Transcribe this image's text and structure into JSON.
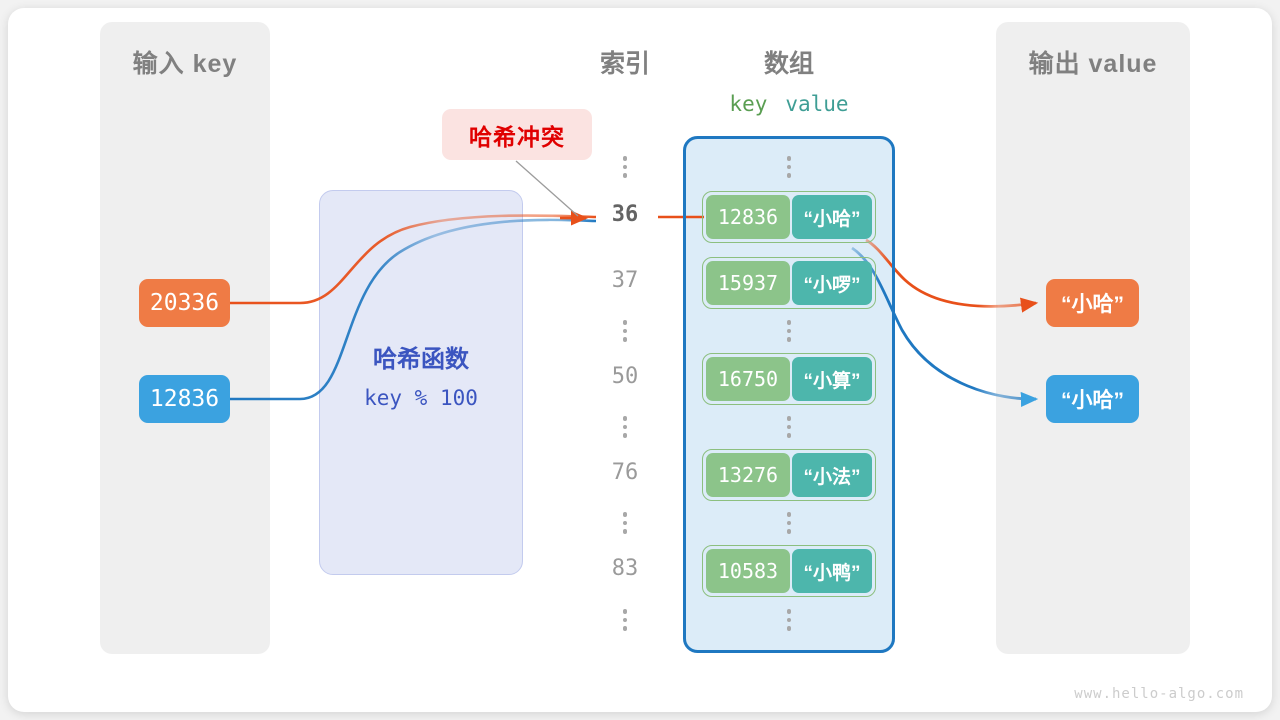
{
  "watermark": "www.hello-algo.com",
  "panels": {
    "input": {
      "title": "输入 key"
    },
    "output": {
      "title": "输出 value"
    }
  },
  "hash_function": {
    "name": "哈希函数",
    "expression": "key % 100"
  },
  "collision": {
    "label": "哈希冲突",
    "color": "#e00000",
    "background": "#fbe3e1"
  },
  "headers": {
    "index": "索引",
    "array": "数组",
    "key": "key",
    "value": "value"
  },
  "input_keys": [
    {
      "value": "20336",
      "color": "#ef7b45"
    },
    {
      "value": "12836",
      "color": "#3ba2e0"
    }
  ],
  "output_values": [
    {
      "value": "“小哈”",
      "color": "#ef7b45"
    },
    {
      "value": "“小哈”",
      "color": "#3ba2e0"
    }
  ],
  "array_rows": [
    {
      "type": "dots"
    },
    {
      "type": "entry",
      "index": "36",
      "key": "12836",
      "value": "“小哈”",
      "highlight": true
    },
    {
      "type": "entry",
      "index": "37",
      "key": "15937",
      "value": "“小啰”",
      "highlight": false
    },
    {
      "type": "dots"
    },
    {
      "type": "entry",
      "index": "50",
      "key": "16750",
      "value": "“小算”",
      "highlight": false
    },
    {
      "type": "dots"
    },
    {
      "type": "entry",
      "index": "76",
      "key": "13276",
      "value": "“小法”",
      "highlight": false
    },
    {
      "type": "dots"
    },
    {
      "type": "entry",
      "index": "83",
      "key": "10583",
      "value": "“小鸭”",
      "highlight": false
    },
    {
      "type": "dots"
    }
  ],
  "colors": {
    "key_cell": "#8cc48a",
    "value_cell": "#4db6ac",
    "array_bg": "#dcecf8",
    "array_border": "#1f78c1",
    "hash_box_bg": "#e4e8f7",
    "hash_text": "#3b55c0",
    "panel_bg": "#efefef",
    "orange_flow": "#e8501a",
    "blue_flow": "#1f78c1"
  }
}
